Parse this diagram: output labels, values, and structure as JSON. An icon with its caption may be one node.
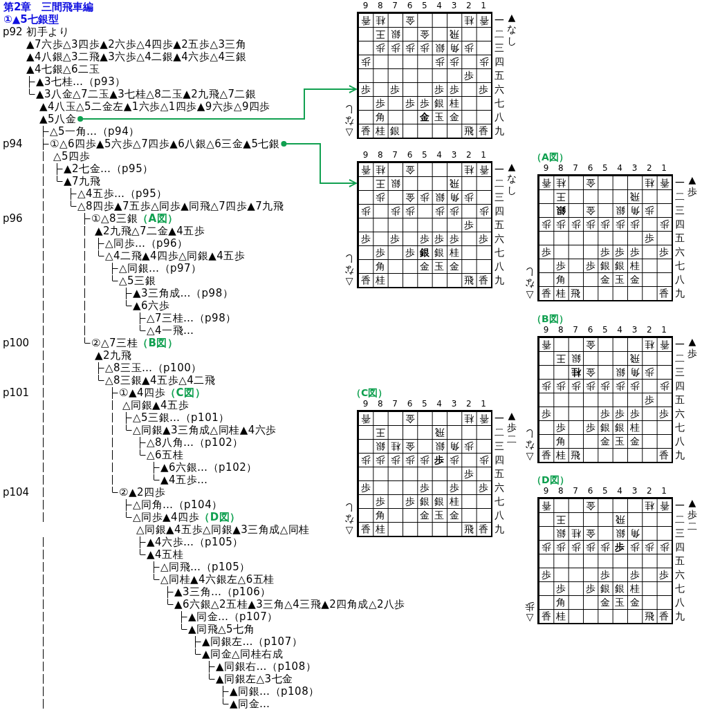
{
  "diagram": {
    "title": "第2章　三間飛車編",
    "nodes": [
      {
        "text": [
          "▲5八金"
        ]
      },
      {
        "text": [
          "①△6四歩▲5六歩△7四歩▲6八銀△6三金▲5七銀"
        ]
      },
      {
        "text": [
          "香",
          "桂",
          "金",
          "桂",
          "香",
          "王",
          "銀",
          "金",
          "飛",
          "歩",
          "歩",
          "歩",
          "歩",
          "銀",
          "角",
          "歩",
          "歩",
          "歩",
          "歩",
          "歩",
          "歩",
          "歩",
          "歩",
          "歩",
          "歩",
          "歩",
          "歩",
          "歩",
          "歩",
          "銀",
          "桂",
          "角",
          "金",
          "玉",
          "金",
          "香",
          "桂",
          "銀",
          "飛",
          "香"
        ],
        "beside": [
          "▲なし",
          "△なし"
        ]
      },
      {
        "text": [
          "香",
          "桂",
          "金",
          "桂",
          "香",
          "王",
          "銀",
          "飛",
          "歩",
          "金",
          "歩",
          "銀",
          "角",
          "歩",
          "歩",
          "歩",
          "歩",
          "歩",
          "歩",
          "歩",
          "歩",
          "歩",
          "歩",
          "歩",
          "歩",
          "歩",
          "歩",
          "歩",
          "歩",
          "銀",
          "銀",
          "桂",
          "角",
          "金",
          "玉",
          "金",
          "香",
          "桂",
          "飛",
          "香"
        ],
        "beside": [
          "▲なし",
          "△なし"
        ]
      },
      {
        "text": [
          "（A図）",
          "香",
          "桂",
          "金",
          "桂",
          "香",
          "王",
          "飛",
          "銀",
          "金",
          "銀",
          "角",
          "歩",
          "歩",
          "歩",
          "歩",
          "歩",
          "歩",
          "歩",
          "歩",
          "歩",
          "歩",
          "歩",
          "歩",
          "歩",
          "歩",
          "歩",
          "歩",
          "歩",
          "銀",
          "銀",
          "桂",
          "角",
          "金",
          "玉",
          "金",
          "香",
          "桂",
          "飛",
          "香"
        ],
        "beside": [
          "▲歩",
          "△なし"
        ]
      },
      {
        "text": [
          "（B図）",
          "香",
          "金",
          "桂",
          "香",
          "王",
          "銀",
          "飛",
          "桂",
          "金",
          "銀",
          "角",
          "歩",
          "歩",
          "歩",
          "歩",
          "歩",
          "歩",
          "歩",
          "歩",
          "歩",
          "歩",
          "歩",
          "歩",
          "歩",
          "歩",
          "歩",
          "歩",
          "歩",
          "銀",
          "銀",
          "桂",
          "角",
          "金",
          "玉",
          "金",
          "香",
          "桂",
          "飛",
          "香"
        ],
        "beside": [
          "▲歩",
          "△なし"
        ]
      },
      {
        "text": [
          "（C図）",
          "香",
          "金",
          "桂",
          "香",
          "王",
          "飛",
          "銀",
          "桂",
          "金",
          "銀",
          "角",
          "歩",
          "歩",
          "歩",
          "歩",
          "歩",
          "歩",
          "歩",
          "歩",
          "歩",
          "歩",
          "歩",
          "歩",
          "歩",
          "歩",
          "歩",
          "歩",
          "銀",
          "銀",
          "桂",
          "角",
          "金",
          "玉",
          "金",
          "香",
          "桂",
          "飛",
          "香"
        ],
        "beside": [
          "▲歩二",
          "△なし"
        ]
      },
      {
        "text": [
          "（D図）",
          "香",
          "金",
          "桂",
          "香",
          "王",
          "飛",
          "銀",
          "桂",
          "金",
          "銀",
          "角",
          "歩",
          "歩",
          "歩",
          "歩",
          "歩",
          "歩",
          "歩",
          "歩",
          "歩",
          "歩",
          "歩",
          "歩",
          "歩",
          "歩",
          "歩",
          "銀",
          "銀",
          "桂",
          "角",
          "金",
          "玉",
          "金",
          "香",
          "桂",
          "飛",
          "香"
        ],
        "beside": [
          "▲歩二",
          "△歩"
        ]
      }
    ],
    "edges": [
      {
        "from": 0,
        "to": 2,
        "arrow": "to"
      },
      {
        "from": 1,
        "to": 3,
        "arrow": "to"
      }
    ],
    "labels": [
      "①▲5七銀型",
      "p92",
      "初手より",
      "▲7六歩△3四歩▲2六歩△4四歩▲2五歩△3三角",
      "▲4八銀△3二飛▲3六歩△4二銀▲4六歩△4三銀",
      "▲4七銀△6二玉",
      "▲3七桂…（p93）",
      "▲3八金△7二玉▲3七桂△8二玉▲2九飛△7二銀",
      "▲4八玉△5二金左▲1六歩△1四歩▲9六歩△9四歩",
      "△5一角…（p94）",
      "p94",
      "△5四歩",
      "▲2七金…（p95）",
      "▲7九飛",
      "△4五歩…（p95）",
      "△8四歩▲7五歩△同歩▲同飛△7四歩▲7九飛",
      "p96",
      "①△8三銀**（A図）**",
      "▲2九飛△7二金▲4五歩",
      "△同歩…（p96）",
      "△4二飛▲4四歩△同銀▲4五歩",
      "△同銀…（p97）",
      "△5三銀",
      "▲3三角成…（p98）",
      "▲6六歩",
      "△7三桂…（p98）",
      "△4一飛…",
      "p100",
      "②△7三桂**（B図）**",
      "▲2九飛",
      "△8三玉…（p100）",
      "△8三銀▲4五歩△4二飛",
      "p101",
      "①▲4四歩**（C図）**",
      "△同銀▲4五歩",
      "△5三銀…（p101）",
      "△同銀▲3三角成△同桂▲4六歩",
      "△8八角…（p102）",
      "△6五桂",
      "▲6六銀…（p102）",
      "▲4五歩…",
      "p104",
      "②▲2四歩",
      "△同角…（p104）",
      "△同歩▲4四歩**（D図）**",
      "△同銀▲4五歩△同銀▲3三角成△同桂",
      "▲4六歩…（p105）",
      "▲4五桂",
      "△同飛…（p105）",
      "△同桂▲4六銀左△6五桂",
      "▲3三角…（p106）",
      "▲6六銀△2五桂▲3三角△4三飛▲2四角成△2八歩",
      "▲同金…（p107）",
      "▲同飛△5七角",
      "▲同銀左…（p107）",
      "▲同金△同桂右成",
      "▲同銀右…（p108）",
      "▲同銀左△3七金",
      "▲同銀…（p108）",
      "▲同金…",
      "9",
      "8",
      "7",
      "6",
      "5",
      "4",
      "3",
      "2",
      "1",
      "一",
      "二",
      "三",
      "四",
      "五",
      "六",
      "七",
      "八",
      "九",
      "9",
      "8",
      "7",
      "6",
      "5",
      "4",
      "3",
      "2",
      "1",
      "一",
      "二",
      "三",
      "四",
      "五",
      "六",
      "七",
      "八",
      "九",
      "9",
      "8",
      "7",
      "6",
      "5",
      "4",
      "3",
      "2",
      "1",
      "一",
      "二",
      "三",
      "四",
      "五",
      "六",
      "七",
      "八",
      "九",
      "9",
      "8",
      "7",
      "6",
      "5",
      "4",
      "3",
      "2",
      "1",
      "一",
      "二",
      "三",
      "四",
      "五",
      "六",
      "七",
      "八",
      "九",
      "9",
      "8",
      "7",
      "6",
      "5",
      "4",
      "3",
      "2",
      "1",
      "一",
      "二",
      "三",
      "四",
      "五",
      "六",
      "七",
      "八",
      "九",
      "9",
      "8",
      "7",
      "6",
      "5",
      "4",
      "3",
      "2",
      "1",
      "一",
      "二",
      "三",
      "四",
      "五",
      "六",
      "七",
      "八",
      "九"
    ]
  }
}
